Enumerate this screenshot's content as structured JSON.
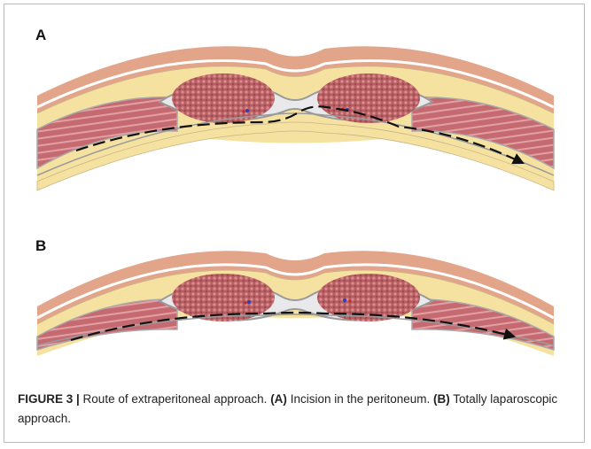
{
  "panels": [
    {
      "label": "A",
      "description_key": "incision"
    },
    {
      "label": "B",
      "description_key": "laparoscopic"
    }
  ],
  "caption": {
    "figure_label": "FIGURE 3 |",
    "lead": " Route of extraperitoneal approach. ",
    "a_marker": "(A)",
    "a_text": " Incision in the peritoneum. ",
    "b_marker": "(B)",
    "b_text": " Totally laparoscopic approach."
  },
  "colors": {
    "skin": "#e3a58a",
    "fat": "#f6e2a0",
    "fascia": "#ffffff",
    "muscle": "#c66a72",
    "rectus": "#b45a5e",
    "sheath": "#e9e9ec",
    "arrow": "#111111"
  }
}
